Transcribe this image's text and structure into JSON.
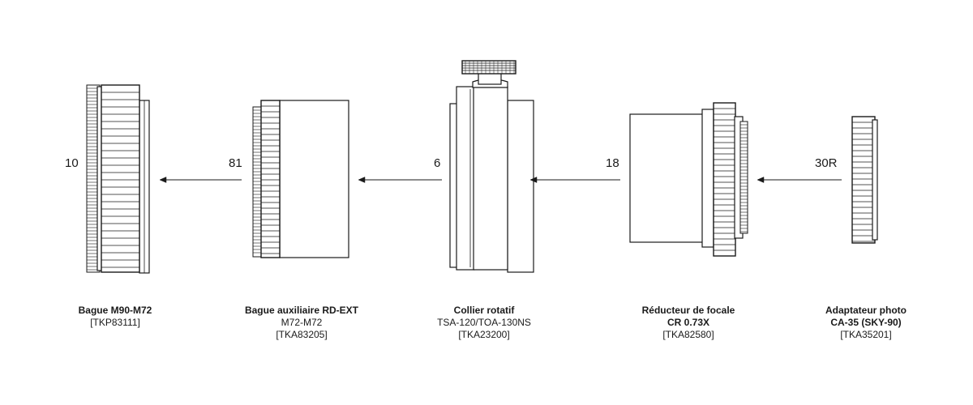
{
  "callouts": [
    "10",
    "81",
    "6",
    "18",
    "30R"
  ],
  "parts": [
    {
      "name_lines": [
        "Bague M90-M72"
      ],
      "detail_lines": [
        "[TKP83111]"
      ]
    },
    {
      "name_lines": [
        "Bague auxiliaire RD-EXT"
      ],
      "detail_lines": [
        "M72-M72",
        "[TKA83205]"
      ]
    },
    {
      "name_lines": [
        "Collier rotatif"
      ],
      "detail_lines": [
        "TSA-120/TOA-130NS",
        "[TKA23200]"
      ]
    },
    {
      "name_lines": [
        "Réducteur de focale",
        "CR 0.73X"
      ],
      "detail_lines": [
        "[TKA82580]"
      ]
    },
    {
      "name_lines": [
        "Adaptateur photo",
        "CA-35 (SKY-90)"
      ],
      "detail_lines": [
        "[TKA35201]"
      ]
    }
  ],
  "colors": {
    "stroke": "#1a1a1a",
    "fill": "#ffffff"
  }
}
